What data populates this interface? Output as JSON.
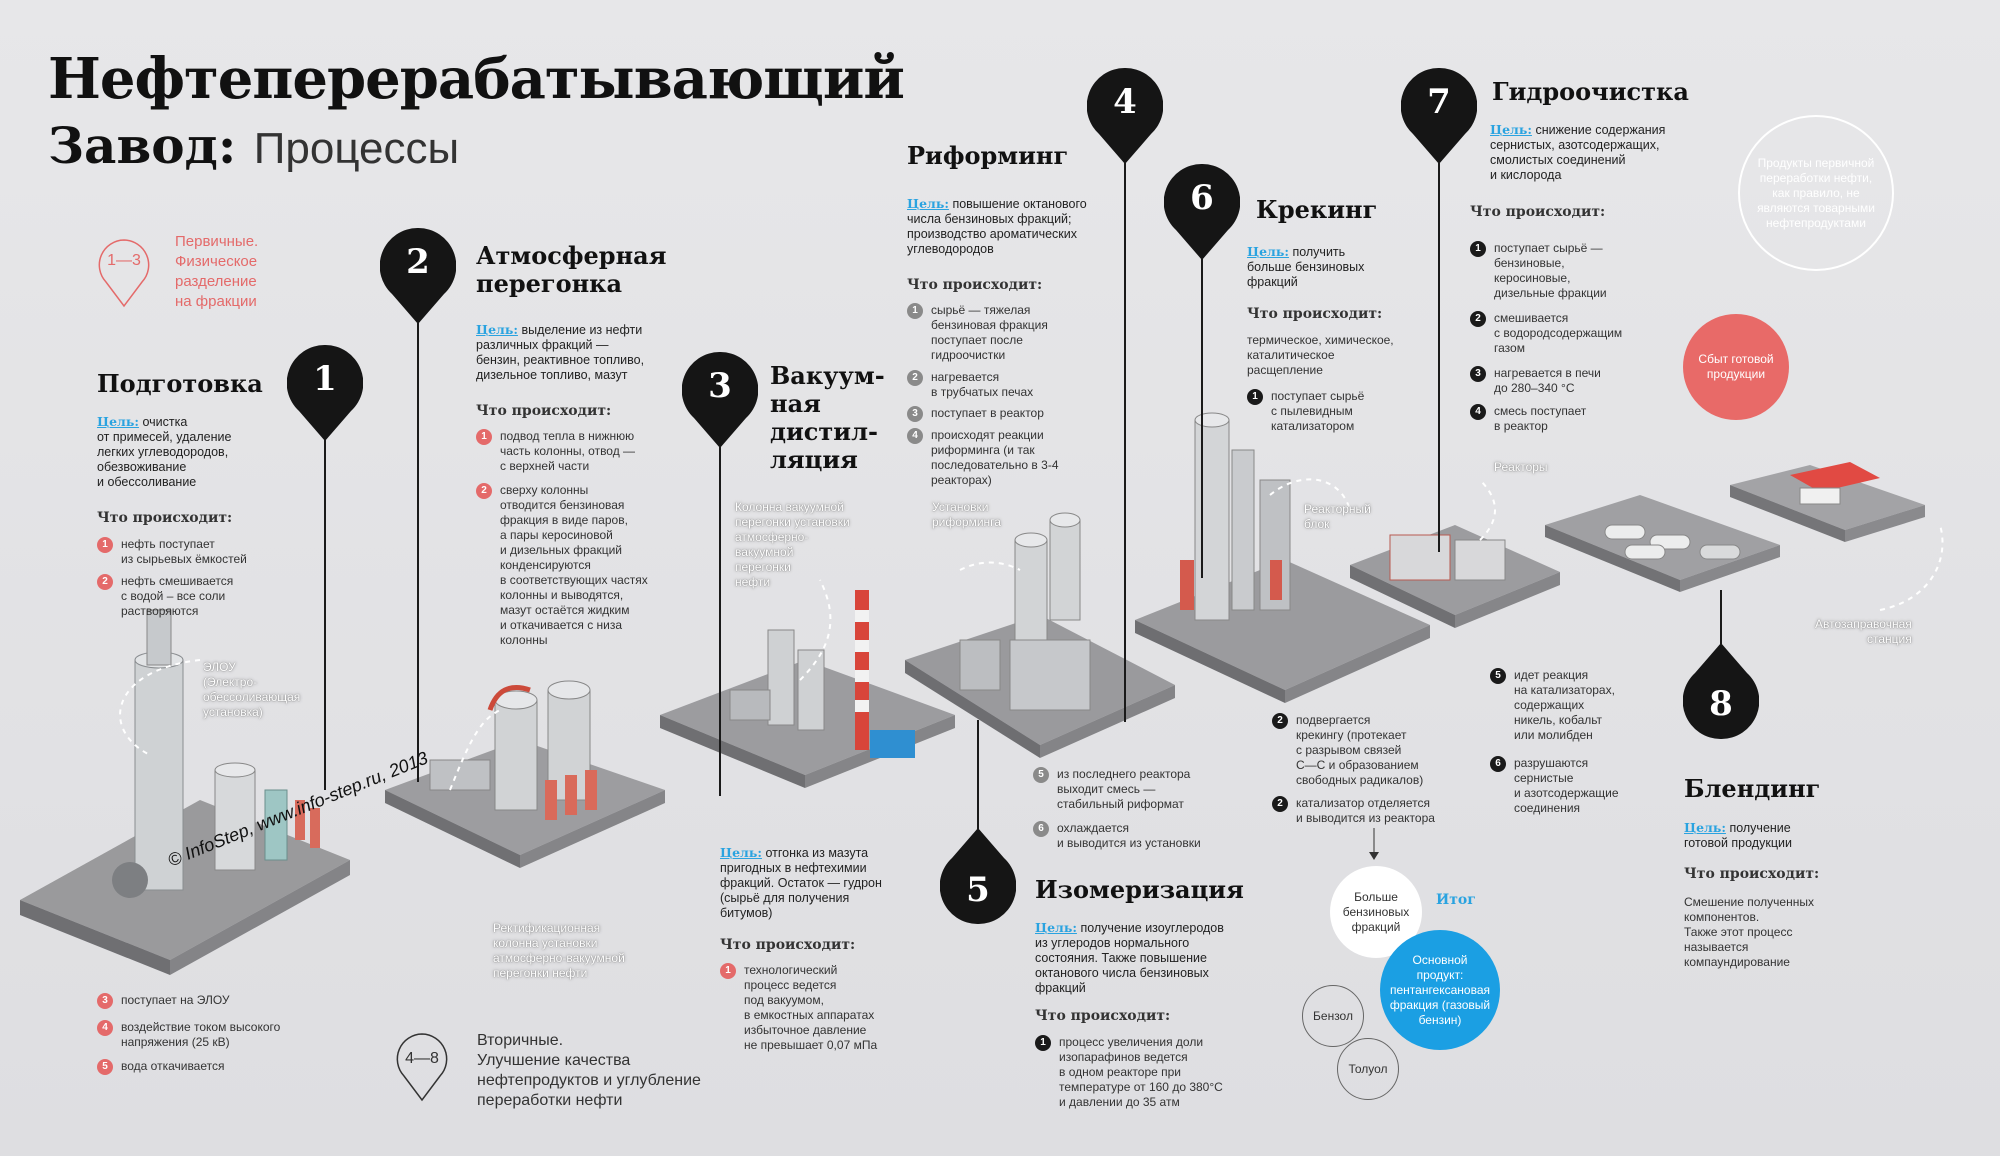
{
  "title": {
    "line1": "Нефтеперерабатывающий",
    "line2_bold": "Завод:",
    "line2_light": "Процессы"
  },
  "legend": {
    "primary_range": "1—3",
    "primary_text": "Первичные.\nФизическое\nразделение\nна фракции",
    "secondary_range": "4—8",
    "secondary_text": "Вторичные.\nУлучшение качества\nнефтепродуктов и углубление\nпереработки нефти"
  },
  "labels": {
    "goal": "Цель:",
    "what": "Что происходит:"
  },
  "copyright": "© InfoStep, www.info-step.ru, 2013",
  "processes": [
    {
      "num": "1",
      "title": "Подготовка",
      "goal": "очистка\nот примесей, удаление\nлегких углеводородов,\nобезвоживание\nи обессоливание",
      "steps": [
        {
          "n": "1",
          "text": "нефть поступает\nиз сырьевых ёмкостей"
        },
        {
          "n": "2",
          "text": "нефть смешивается\nс водой – все соли\nрастворяются"
        },
        {
          "n": "3",
          "text": "поступает на ЭЛОУ"
        },
        {
          "n": "4",
          "text": "воздействие током высокого\nнапряжения (25 кВ)"
        },
        {
          "n": "5",
          "text": "вода откачивается"
        }
      ],
      "caption": "ЭЛОУ\n(Электро-\nобессоливающая\nустановка)"
    },
    {
      "num": "2",
      "title": "Атмосферная\nперегонка",
      "goal": "выделение из нефти\nразличных фракций —\nбензин, реактивное топливо,\nдизельное топливо, мазут",
      "steps": [
        {
          "n": "1",
          "text": "подвод тепла в нижнюю\nчасть колонны, отвод —\nс верхней части"
        },
        {
          "n": "2",
          "text": "сверху колонны\nотводится бензиновая\nфракция в виде паров,\nа пары керосиновой\nи дизельных фракций\nконденсируются\nв соответствующих частях\nколонны и выводятся,\nмазут остаётся жидким\nи откачивается с низа\nколонны"
        }
      ],
      "caption": "Ректификационная\nколонна установки\nатмосферно-вакуумной\nперегонки нефти"
    },
    {
      "num": "3",
      "title": "Вакуум-\nная\nдистил-\nляция",
      "goal": "отгонка из мазута\nпригодных в нефтехимии\nфракций. Остаток — гудрон\n(сырьё для получения\nбитумов)",
      "steps": [
        {
          "n": "1",
          "text": "технологический\nпроцесс ведется\nпод вакуумом,\nв емкостных аппаратах\nизбыточное давление\nне превышает 0,07 мПа"
        }
      ],
      "caption": "Колонна вакуумной\nперегонки установки\nатмосферно-\nвакуумной\nперегонки\nнефти"
    },
    {
      "num": "4",
      "title": "Риформинг",
      "goal": "повышение октанового\nчисла бензиновых фракций;\nпроизводство ароматических\nуглеводородов",
      "steps": [
        {
          "n": "1",
          "text": "сырьё — тяжелая\nбензиновая фракция\nпоступает после\nгидроочистки"
        },
        {
          "n": "2",
          "text": "нагревается\nв трубчатых печах"
        },
        {
          "n": "3",
          "text": "поступает в реактор"
        },
        {
          "n": "4",
          "text": "происходят реакции\nриформинга (и так\nпоследовательно в 3-4\nреакторах)"
        },
        {
          "n": "5",
          "text": "из последнего реактора\nвыходит смесь —\nстабильный риформат"
        },
        {
          "n": "6",
          "text": "охлаждается\nи выводится из установки"
        }
      ],
      "caption": "Установки\nриформинга"
    },
    {
      "num": "5",
      "title": "Изомеризация",
      "goal": "получение изоуглеродов\nиз углеродов нормального\nсостояния. Также повышение\nоктанового числа бензиновых\nфракций",
      "steps": [
        {
          "n": "1",
          "text": "процесс увеличения доли\nизопарафинов ведется\nв одном реакторе при\nтемпературе от 160 до 380°C\nи давлении до 35 атм"
        }
      ]
    },
    {
      "num": "6",
      "title": "Крекинг",
      "goal": "получить\nбольше бензиновых\nфракций",
      "desc": "термическое, химическое,\nкаталитическое\nрасщепление",
      "steps": [
        {
          "n": "1",
          "text": "поступает сырьё\nс пылевидным\nкатализатором"
        },
        {
          "n": "2",
          "text": "подвергается\nкрекингу (протекает\nс разрывом связей\nC—C и образованием\nсвободных радикалов)"
        },
        {
          "n": "2",
          "text": "катализатор отделяется\nи выводится из реактора"
        }
      ],
      "caption": "Реакторный\nблок"
    },
    {
      "num": "7",
      "title": "Гидроочистка",
      "goal": "снижение содержания\nсернистых, азотсодержащих,\nсмолистых соединений\nи кислорода",
      "steps": [
        {
          "n": "1",
          "text": "поступает сырьё —\nбензиновые,\nкеросиновые,\nдизельные фракции"
        },
        {
          "n": "2",
          "text": "смешивается\nс водородсодержащим\nгазом"
        },
        {
          "n": "3",
          "text": "нагревается в печи\nдо 280–340 °C"
        },
        {
          "n": "4",
          "text": "смесь поступает\nв реактор"
        },
        {
          "n": "5",
          "text": "идет реакция\nна катализаторах,\nсодержащих\nникель, кобальт\nили молибден"
        },
        {
          "n": "6",
          "text": "разрушаются\nсернистые\nи азотсодержащие\nсоединения"
        }
      ],
      "caption": "Реакторы"
    },
    {
      "num": "8",
      "title": "Блендинг",
      "goal": "получение\nготовой продукции",
      "desc": "Смешение полученных\nкомпонентов.\nТакже этот процесс\nназывается\nкомпаундирование",
      "caption": "Автозаправочная\nстанция"
    }
  ],
  "izom_result": {
    "more": "Больше\nбензиновых\nфракций",
    "itog": "Итог",
    "main": "Основной\nпродукт:\nпентангексановая\nфракция (газовый\nбензин)",
    "benzol": "Бензол",
    "toluol": "Толуол"
  },
  "notes": {
    "primary_products": "Продукты первичной\nпереработки нефти,\nкак правило, не\nявляются товарными\nнефтепродуктами",
    "sales": "Сбыт готовой\nпродукции"
  },
  "colors": {
    "accent_blue": "#2aa3e0",
    "step_red": "#e46a6a",
    "sales_red": "#e86a68",
    "pin_black": "#151515",
    "result_blue": "#1b9fe3"
  }
}
